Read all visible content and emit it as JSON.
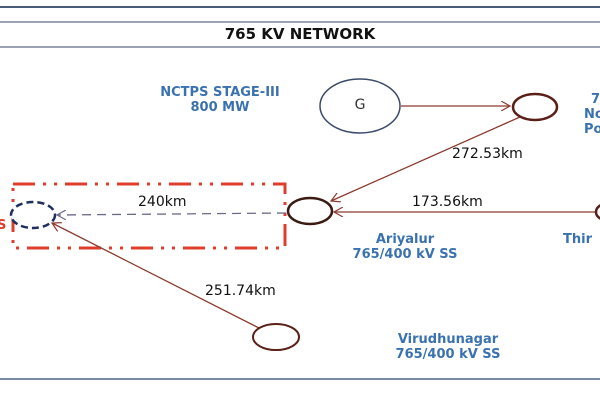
{
  "title": "765 KV NETWORK",
  "nodes": {
    "generator": {
      "symbol": "G",
      "label_line1": "NCTPS STAGE-III",
      "label_line2": "800 MW"
    },
    "north_chennai_partial": {
      "line1": "7",
      "line2": "No",
      "line3": "Poo"
    },
    "ariyalur": {
      "line1": "Ariyalur",
      "line2": "765/400 kV SS"
    },
    "thiruvalam_partial": {
      "line1": "Thir"
    },
    "virudhunagar": {
      "line1": "Virudhunagar",
      "line2": "765/400 kV SS"
    },
    "left_partial": {
      "line1": "S"
    }
  },
  "distances": {
    "north_to_ariyalur": "272.53km",
    "thir_to_ariyalur": "173.56km",
    "ariyalur_to_left": "240km",
    "virudhunagar_to_left": "251.74km"
  },
  "colors": {
    "line": "#8b3a2e",
    "label": "#3a72b0",
    "box": "#e03c2c",
    "dashed_node": "#1f2f5e"
  }
}
